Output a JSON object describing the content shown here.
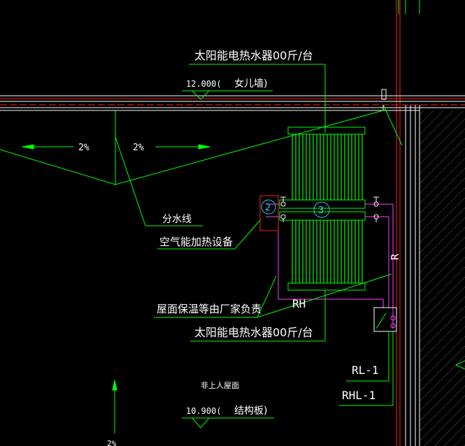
{
  "labels": {
    "heater_top": "太阳能电热水器00斤/台",
    "parapet_elev": "12.000(",
    "parapet_name": "女儿墙)",
    "slope_left": "2%",
    "slope_right": "2%",
    "divide_line": "分水线",
    "air_heater": "空气能加热设备",
    "roof_insulation": "屋面保温等由厂家负责",
    "heater_bottom": "太阳能电热水器00斤/台",
    "rh": "RH",
    "r": "R",
    "rl1": "RL-1",
    "rhl1": "RHL-1",
    "non_accessible": "非上人屋面",
    "slab_elev": "10.900(",
    "slab_name": "结构板)",
    "slope_bottom": "2%",
    "callout_2": "2",
    "callout_3": "3"
  },
  "colors": {
    "background": "#000000",
    "leader_green": "#00ff00",
    "wall_red": "#ff2020",
    "pipe_magenta": "#ff40ff",
    "callout_cyan": "#22ccee",
    "text_white": "#ffffff"
  }
}
